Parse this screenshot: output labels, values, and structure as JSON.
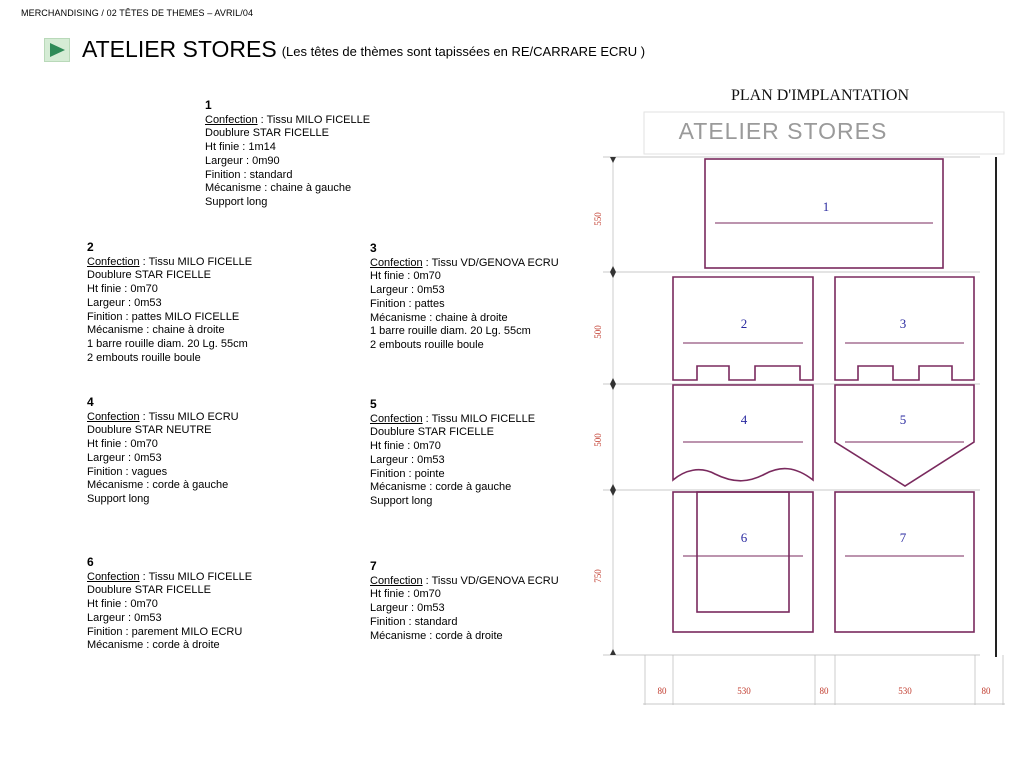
{
  "header": {
    "breadcrumb": "MERCHANDISING / 02 TÊTES DE THEMES  – AVRIL/04",
    "title": "ATELIER STORES",
    "subtitle": "(Les têtes de thèmes sont tapissées en RE/CARRARE ECRU )"
  },
  "specs": [
    {
      "num": "1",
      "confection_label": "Confection",
      "confection_value": " : Tissu MILO FICELLE",
      "lines": [
        "Doublure STAR FICELLE",
        "Ht finie : 1m14",
        "Largeur : 0m90",
        "Finition : standard",
        "Mécanisme : chaine à gauche",
        "Support long"
      ]
    },
    {
      "num": "2",
      "confection_label": "Confection",
      "confection_value": " : Tissu MILO FICELLE",
      "lines": [
        "Doublure STAR FICELLE",
        "Ht finie : 0m70",
        "Largeur : 0m53",
        "Finition : pattes MILO FICELLE",
        "Mécanisme : chaine à droite",
        "1 barre rouille diam. 20 Lg. 55cm",
        "2 embouts rouille boule"
      ]
    },
    {
      "num": "3",
      "confection_label": "Confection",
      "confection_value": " : Tissu VD/GENOVA ECRU",
      "lines": [
        "Ht finie : 0m70",
        "Largeur : 0m53",
        "Finition : pattes",
        "Mécanisme : chaine à droite",
        "1 barre rouille diam. 20 Lg. 55cm",
        "2 embouts rouille boule"
      ]
    },
    {
      "num": "4",
      "confection_label": "Confection",
      "confection_value": " : Tissu MILO ECRU",
      "lines": [
        "Doublure STAR NEUTRE",
        "Ht finie : 0m70",
        "Largeur : 0m53",
        "Finition : vagues",
        "Mécanisme : corde à gauche",
        "Support long"
      ]
    },
    {
      "num": "5",
      "confection_label": "Confection",
      "confection_value": " : Tissu MILO FICELLE",
      "lines": [
        "Doublure STAR FICELLE",
        "Ht finie : 0m70",
        "Largeur : 0m53",
        "Finition : pointe",
        "Mécanisme : corde à gauche",
        "Support long"
      ]
    },
    {
      "num": "6",
      "confection_label": "Confection",
      "confection_value": " : Tissu MILO FICELLE",
      "lines": [
        "Doublure STAR FICELLE",
        "Ht finie : 0m70",
        "Largeur : 0m53",
        "Finition : parement MILO ECRU",
        "Mécanisme : corde à droite"
      ]
    },
    {
      "num": "7",
      "confection_label": "Confection",
      "confection_value": " : Tissu VD/GENOVA ECRU",
      "lines": [
        "Ht finie : 0m70",
        "Largeur : 0m53",
        "Finition : standard",
        "Mécanisme : corde à droite"
      ]
    }
  ],
  "plan": {
    "heading": "PLAN D'IMPLANTATION",
    "banner": "ATELIER  STORES",
    "panel_numbers": [
      "1",
      "2",
      "3",
      "4",
      "5",
      "6",
      "7"
    ],
    "vertical_dims": [
      "550",
      "500",
      "500",
      "750"
    ],
    "horizontal_dims": [
      "80",
      "530",
      "80",
      "530",
      "80"
    ],
    "colors": {
      "panel_stroke": "#7a2a5e",
      "panel_number": "#2a2aa0",
      "dimension": "#c0392b",
      "guide": "#aaaaaa"
    }
  }
}
